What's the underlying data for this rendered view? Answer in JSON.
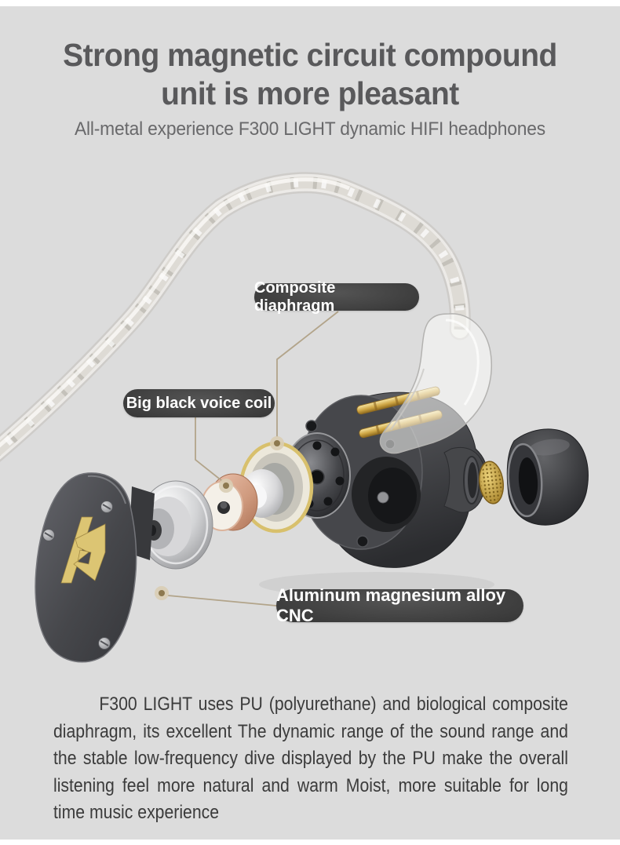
{
  "header": {
    "title_line1": "Strong magnetic circuit compound",
    "title_line2": "unit is more pleasant",
    "subtitle": "All-metal experience F300 LIGHT dynamic HIFI headphones"
  },
  "diagram": {
    "product": "F300 LIGHT earphone exploded view",
    "brand_logo_icon": "gold-AG-monogram",
    "callouts": [
      {
        "label": "Composite diaphragm"
      },
      {
        "label": "Big black voice coil"
      },
      {
        "label": "Aluminum magnesium alloy CNC"
      }
    ]
  },
  "description": {
    "lines": [
      "F300 LIGHT uses PU (polyurethane) and biological composite",
      "diaphragm, its excellent The dynamic range of the sound range and",
      "the stable low-frequency dive displayed by the PU make the overall",
      "listening feel more natural and warm Moist, more suitable for long",
      "time music experience"
    ]
  },
  "colors": {
    "background": "#dcdcdc",
    "top_bottom_strips": "#ffffff",
    "title_text": "#59595b",
    "subtitle_text": "#69696b",
    "body_text": "#3b3b3b",
    "pill_background": "#343434",
    "pill_text": "#ffffff",
    "leader_line": "#b2a48a",
    "callout_dot": "#8d7950",
    "accent_gold": "#d9c271",
    "copper_coil": "#c98e74",
    "cable_silver": "#e8e6e2",
    "housing_gray": "#3c3d41"
  }
}
